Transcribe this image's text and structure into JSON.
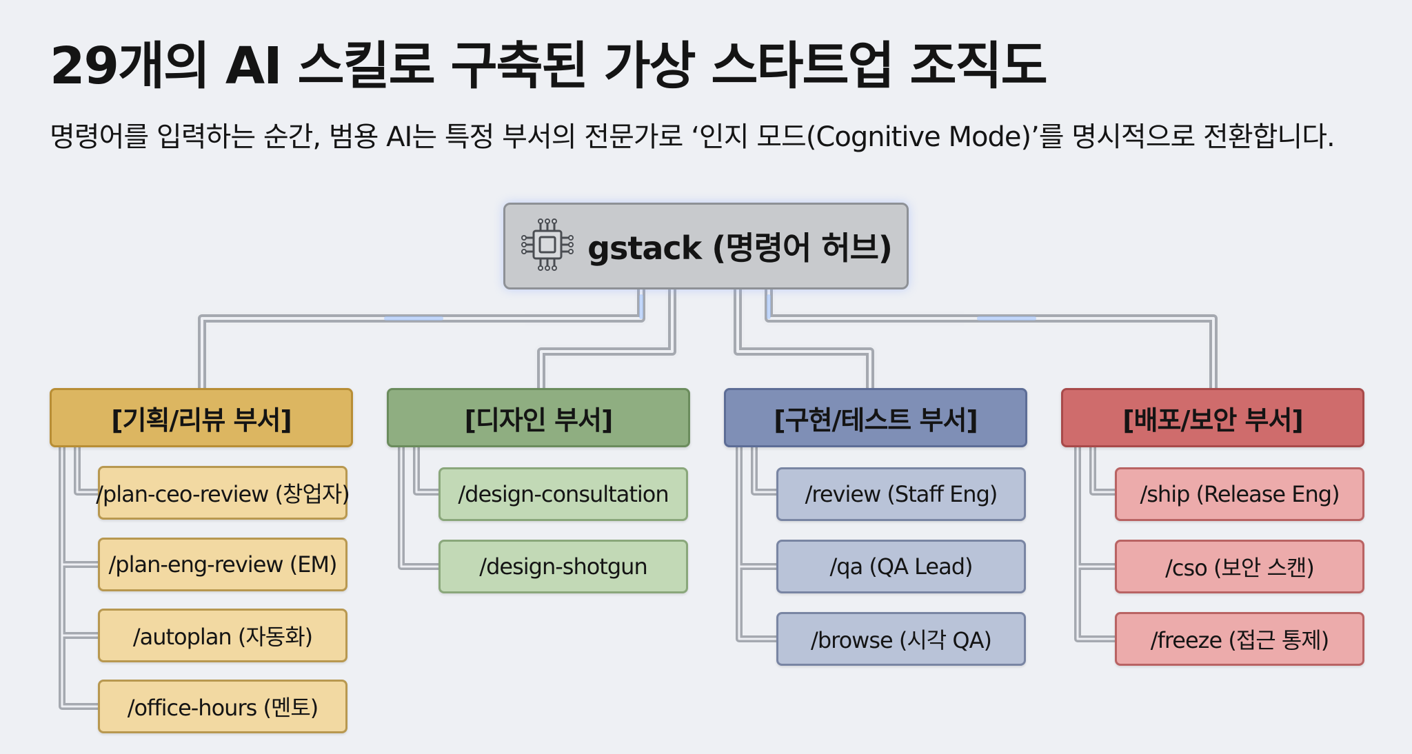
{
  "title": "29개의 AI 스킬로 구축된 가상 스타트업 조직도",
  "subtitle": "명령어를 입력하는 순간, 범용 AI는 특정 부서의 전문가로 ‘인지 모드(Cognitive Mode)’를 명시적으로 전환합니다.",
  "hub": {
    "label": "gstack (명령어 허브)",
    "icon": "chip-icon"
  },
  "departments": [
    {
      "label": "[기획/리뷰 부서]",
      "color": "#dcb661",
      "skills": [
        "/plan-ceo-review (창업자)",
        "/plan-eng-review (EM)",
        "/autoplan (자동화)",
        "/office-hours (멘토)"
      ]
    },
    {
      "label": "[디자인 부서]",
      "color": "#8fae81",
      "skills": [
        "/design-consultation",
        "/design-shotgun"
      ]
    },
    {
      "label": "[구현/테스트 부서]",
      "color": "#7f8fb6",
      "skills": [
        "/review (Staff Eng)",
        "/qa (QA Lead)",
        "/browse (시각 QA)"
      ]
    },
    {
      "label": "[배포/보안 부서]",
      "color": "#cf6c6c",
      "skills": [
        "/ship (Release Eng)",
        "/cso (보안 스캔)",
        "/freeze (접근 통제)"
      ]
    }
  ]
}
